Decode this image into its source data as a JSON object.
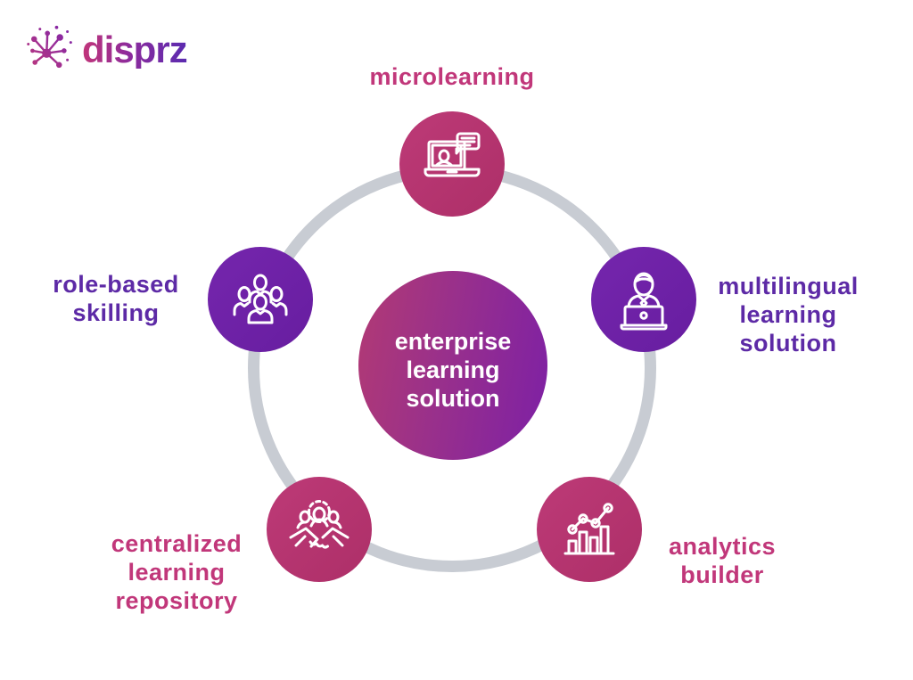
{
  "brand": {
    "name": "disprz",
    "icon": "network-starburst-icon"
  },
  "colors": {
    "pink_circle": "#b5356f",
    "purple_circle": "#6e20a6",
    "pink_text": "#c1377a",
    "purple_text": "#5d2aa6",
    "ring_gray": "#c8ccd3",
    "hub_gradient_start": "#b23a74",
    "hub_gradient_end": "#7d20a5",
    "icon_stroke": "#ffffff"
  },
  "center": {
    "label": "enterprise learning solution",
    "lines": [
      "enterprise",
      "learning",
      "solution"
    ]
  },
  "nodes": [
    {
      "label": "microlearning",
      "label_lines": [
        "microlearning"
      ],
      "position": "top",
      "theme": "pink",
      "icon": "laptop-video-call-icon"
    },
    {
      "label": "multilingual learning solution",
      "label_lines": [
        "multilingual",
        "learning",
        "solution"
      ],
      "position": "right",
      "theme": "purple",
      "icon": "person-laptop-icon"
    },
    {
      "label": "analytics builder",
      "label_lines": [
        "analytics",
        "builder"
      ],
      "position": "bottom-right",
      "theme": "pink",
      "icon": "bar-chart-trend-icon"
    },
    {
      "label": "centralized learning repository",
      "label_lines": [
        "centralized",
        "learning",
        "repository"
      ],
      "position": "bottom-left",
      "theme": "pink",
      "icon": "handshake-team-gear-icon"
    },
    {
      "label": "role-based skilling",
      "label_lines": [
        "role-based",
        "skilling"
      ],
      "position": "left",
      "theme": "purple",
      "icon": "team-group-icon"
    }
  ]
}
